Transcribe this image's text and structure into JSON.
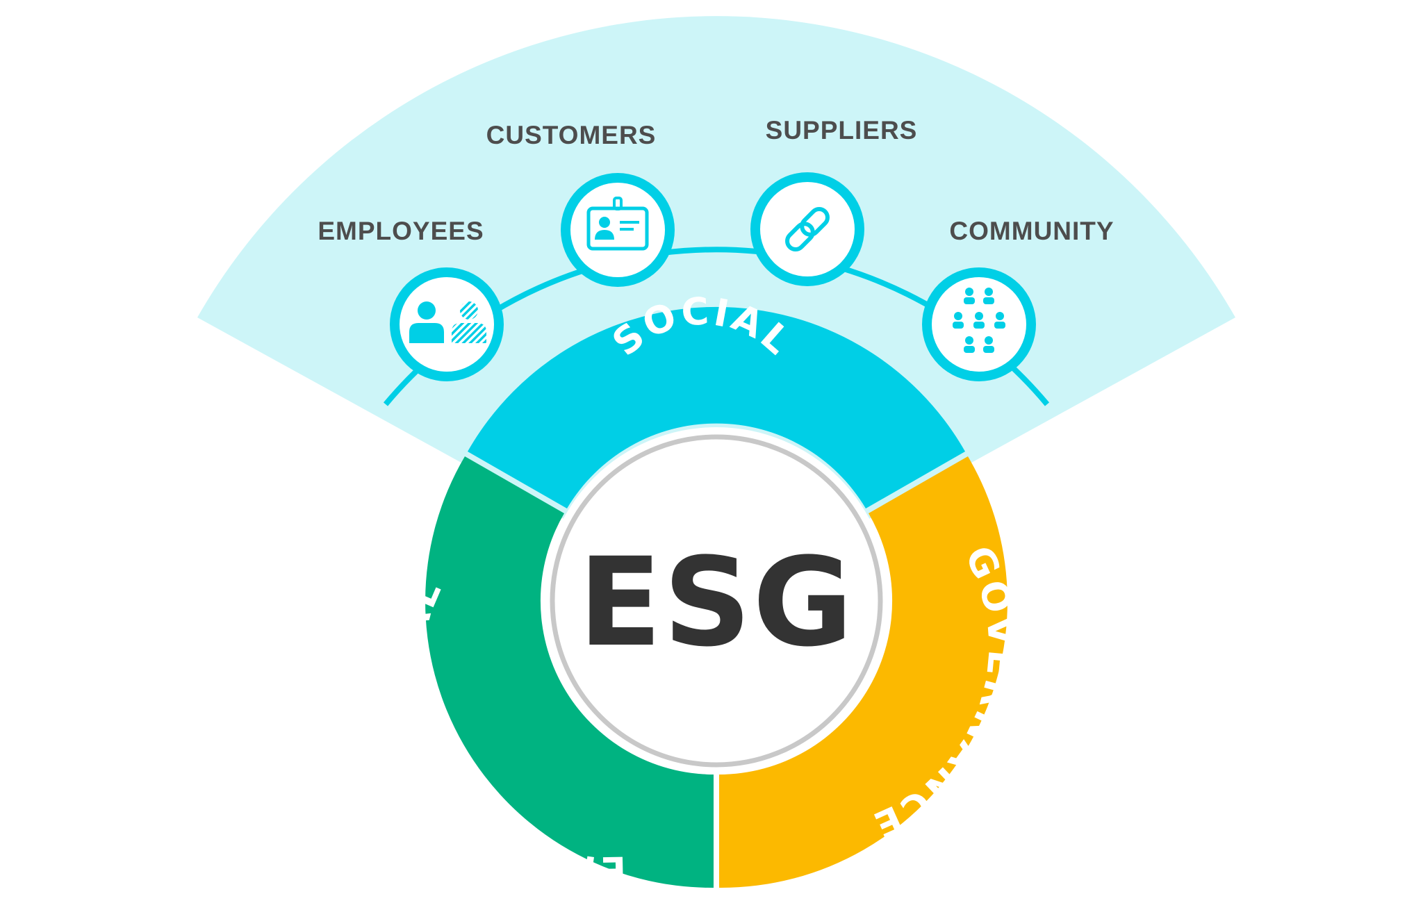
{
  "center": {
    "title": "ESG",
    "color": "#333333"
  },
  "pillars": {
    "social": {
      "label": "SOCIAL",
      "color": "#00cfe6"
    },
    "environmental": {
      "label": "ENVIRONMENTAL",
      "color": "#00b381"
    },
    "governance": {
      "label": "GOVERNANCE",
      "color": "#fcb900"
    }
  },
  "stakeholders": [
    {
      "label": "EMPLOYEES",
      "icon": "people-icon"
    },
    {
      "label": "CUSTOMERS",
      "icon": "id-badge-icon"
    },
    {
      "label": "SUPPLIERS",
      "icon": "chain-link-icon"
    },
    {
      "label": "COMMUNITY",
      "icon": "crowd-icon"
    }
  ],
  "colors": {
    "fan": "#cdf5f8",
    "accent": "#00cfe6",
    "inner_ring": "#c8c8c8"
  }
}
